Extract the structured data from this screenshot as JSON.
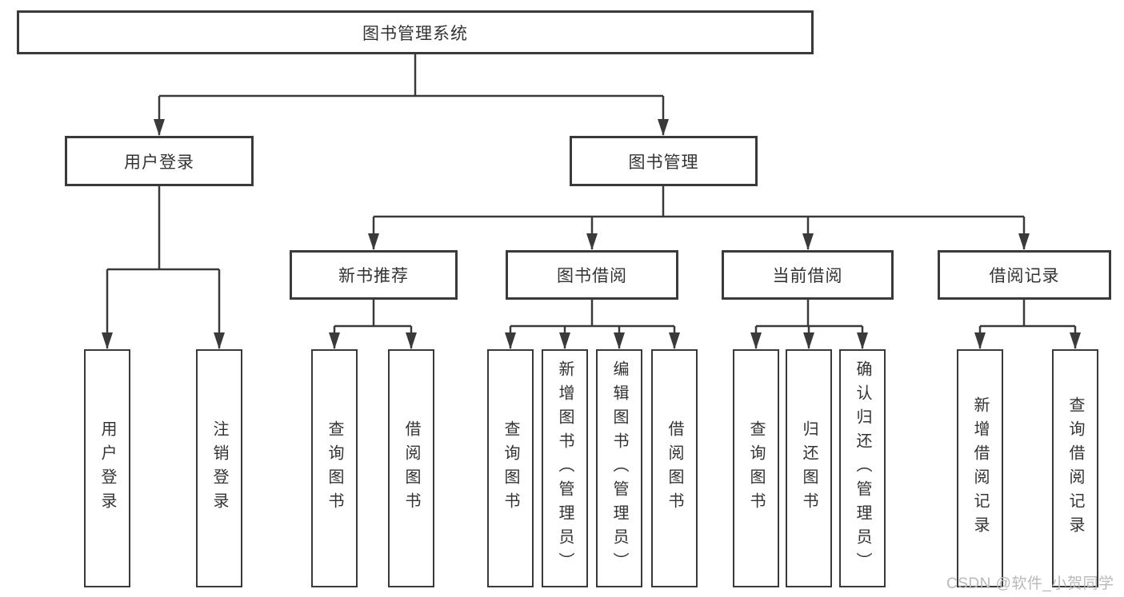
{
  "colors": {
    "line": "#3a3a3a",
    "text": "#333333",
    "box_background": "#ffffff",
    "watermark": "#b9b9b9"
  },
  "tree": {
    "root": {
      "label": "图书管理系统"
    },
    "branches": [
      {
        "label": "用户登录",
        "children": [
          {
            "label": "用户登录"
          },
          {
            "label": "注销登录"
          }
        ]
      },
      {
        "label": "图书管理",
        "children": [
          {
            "label": "新书推荐",
            "children": [
              {
                "label": "查询图书"
              },
              {
                "label": "借阅图书"
              }
            ]
          },
          {
            "label": "图书借阅",
            "children": [
              {
                "label": "查询图书"
              },
              {
                "label": "新增图书（管理员）"
              },
              {
                "label": "编辑图书（管理员）"
              },
              {
                "label": "借阅图书"
              }
            ]
          },
          {
            "label": "当前借阅",
            "children": [
              {
                "label": "查询图书"
              },
              {
                "label": "归还图书"
              },
              {
                "label": "确认归还（管理员）"
              }
            ]
          },
          {
            "label": "借阅记录",
            "children": [
              {
                "label": "新增借阅记录"
              },
              {
                "label": "查询借阅记录"
              }
            ]
          }
        ]
      }
    ]
  },
  "watermark": {
    "text": "CSDN @软件_小贺同学"
  }
}
